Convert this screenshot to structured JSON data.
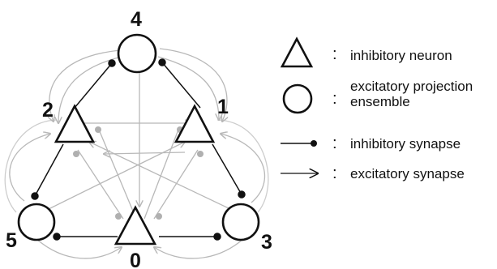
{
  "nodes": {
    "n4": {
      "label": "4",
      "kind": "circle"
    },
    "n2": {
      "label": "2",
      "kind": "triangle"
    },
    "n1": {
      "label": "1",
      "kind": "triangle"
    },
    "n5": {
      "label": "5",
      "kind": "circle"
    },
    "n0": {
      "label": "0",
      "kind": "triangle"
    },
    "n3": {
      "label": "3",
      "kind": "circle"
    }
  },
  "legend": {
    "separator": ":",
    "inhibitory_neuron": "inhibitory neuron",
    "excitatory_line1": "excitatory projection",
    "excitatory_line2": "ensemble",
    "inhibitory_synapse": "inhibitory synapse",
    "excitatory_synapse": "excitatory synapse"
  },
  "colors": {
    "stroke": "#111111",
    "gray_connection": "#b8b8b8",
    "gray_dot": "#b0b0b0"
  }
}
